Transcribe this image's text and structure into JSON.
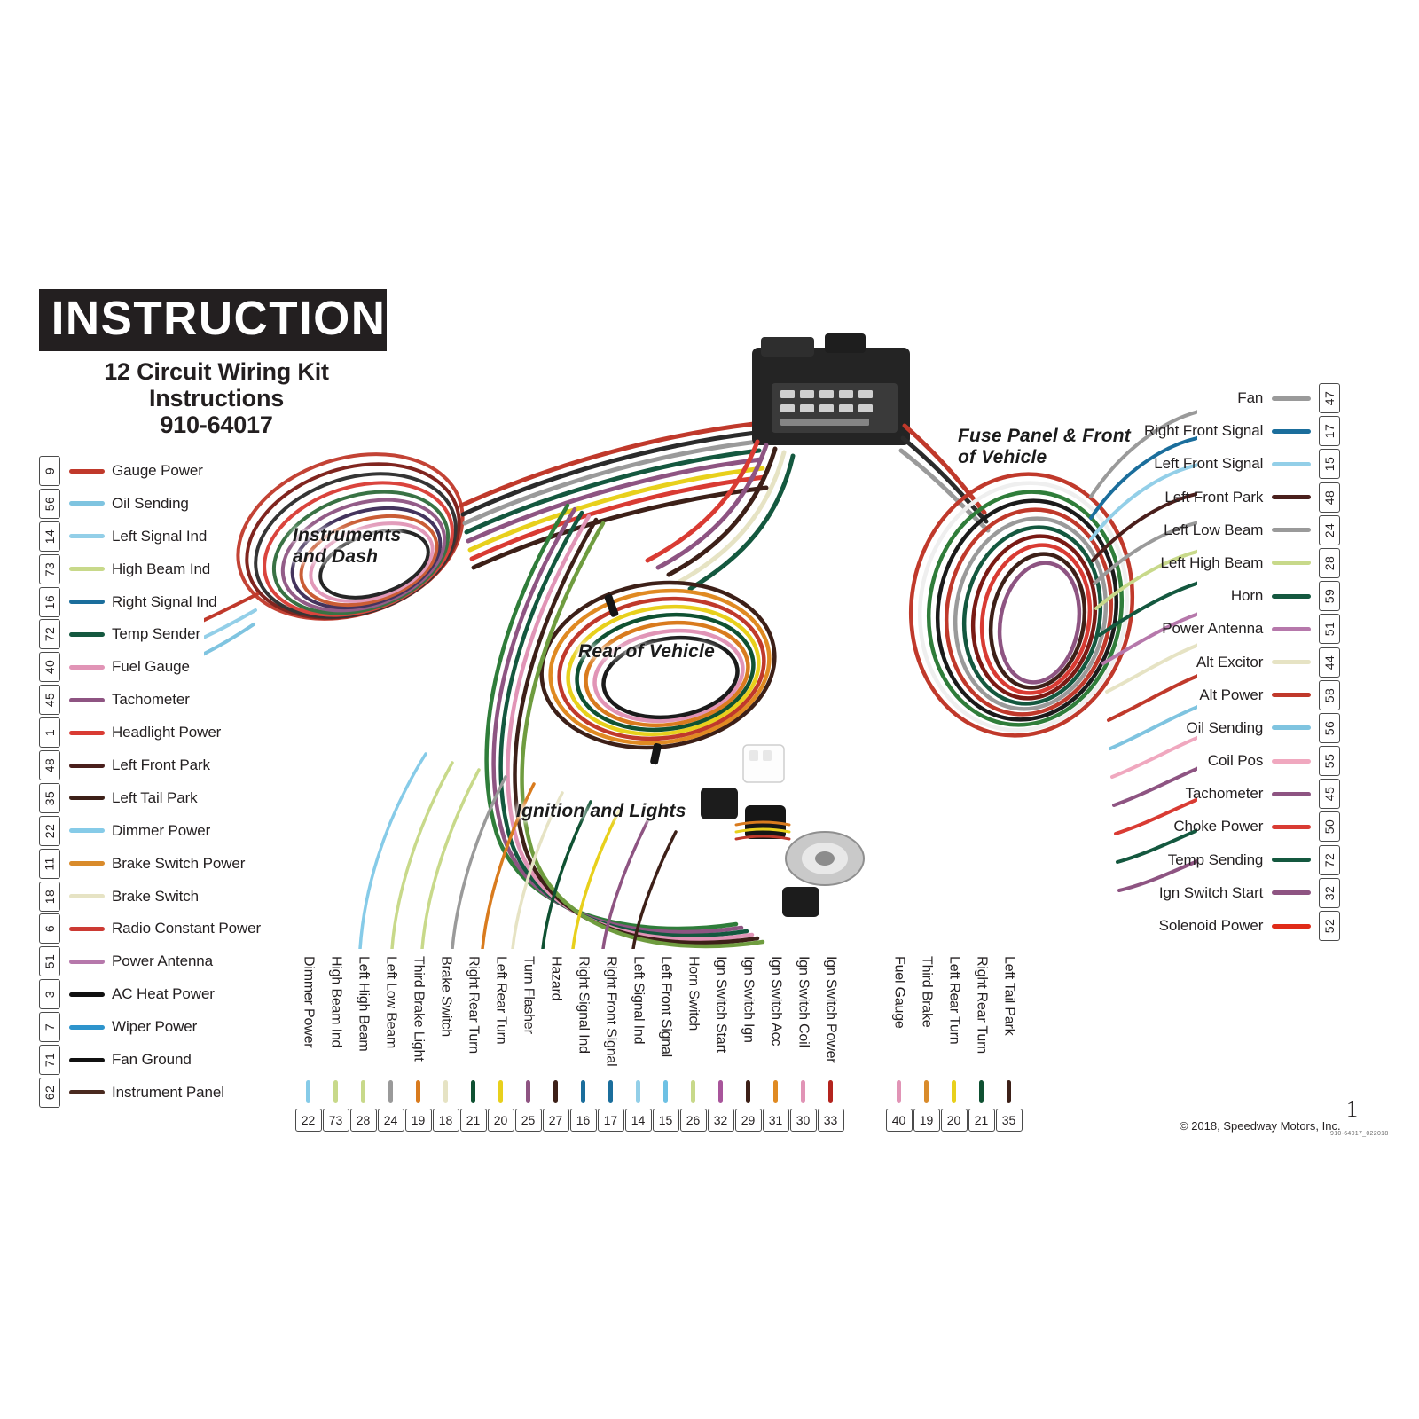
{
  "title": {
    "banner": "INSTRUCTIONS",
    "line1": "12 Circuit Wiring Kit",
    "line2": "Instructions",
    "line3": "910-64017"
  },
  "captions": {
    "instruments": "Instruments\nand Dash",
    "rear": "Rear of Vehicle",
    "ignition": "Ignition and Lights",
    "fuse_panel": "Fuse Panel & Front\nof Vehicle"
  },
  "footer": {
    "copyright": "© 2018, Speedway Motors, Inc.",
    "page": "1",
    "part_code": "910-64017_022018"
  },
  "legend_left": [
    {
      "num": "9",
      "label": "Gauge Power",
      "color": "#c0392b"
    },
    {
      "num": "56",
      "label": "Oil Sending",
      "color": "#7fc4e0"
    },
    {
      "num": "14",
      "label": "Left Signal Ind",
      "color": "#93cfe8"
    },
    {
      "num": "73",
      "label": "High Beam Ind",
      "color": "#c8d98a"
    },
    {
      "num": "16",
      "label": "Right Signal Ind",
      "color": "#1b6e9c"
    },
    {
      "num": "72",
      "label": "Temp Sender",
      "color": "#14583f"
    },
    {
      "num": "40",
      "label": "Fuel Gauge",
      "color": "#e194b6"
    },
    {
      "num": "45",
      "label": "Tachometer",
      "color": "#8e5482"
    },
    {
      "num": "1",
      "label": "Headlight Power",
      "color": "#d93b33"
    },
    {
      "num": "48",
      "label": "Left Front Park",
      "color": "#4a1f1c"
    },
    {
      "num": "35",
      "label": "Left Tail Park",
      "color": "#3d2018"
    },
    {
      "num": "22",
      "label": "Dimmer Power",
      "color": "#86cbe8"
    },
    {
      "num": "11",
      "label": "Brake Switch Power",
      "color": "#d98b2b"
    },
    {
      "num": "18",
      "label": "Brake Switch",
      "color": "#e6e3c4"
    },
    {
      "num": "6",
      "label": "Radio Constant Power",
      "color": "#cc3a33"
    },
    {
      "num": "51",
      "label": "Power Antenna",
      "color": "#b678ab"
    },
    {
      "num": "3",
      "label": "AC Heat Power",
      "color": "#101010"
    },
    {
      "num": "7",
      "label": "Wiper Power",
      "color": "#2e94cc"
    },
    {
      "num": "71",
      "label": "Fan Ground",
      "color": "#111111"
    },
    {
      "num": "62",
      "label": "Instrument Panel",
      "color": "#4a2a20"
    }
  ],
  "legend_right": [
    {
      "num": "47",
      "label": "Fan",
      "color": "#9a9a9a"
    },
    {
      "num": "17",
      "label": "Right Front Signal",
      "color": "#1b6e9c"
    },
    {
      "num": "15",
      "label": "Left Front Signal",
      "color": "#93cfe8"
    },
    {
      "num": "48",
      "label": "Left Front Park",
      "color": "#4a1f1c"
    },
    {
      "num": "24",
      "label": "Left Low Beam",
      "color": "#9a9a9a"
    },
    {
      "num": "28",
      "label": "Left High Beam",
      "color": "#c8d98a"
    },
    {
      "num": "59",
      "label": "Horn",
      "color": "#14583f"
    },
    {
      "num": "51",
      "label": "Power Antenna",
      "color": "#b678ab"
    },
    {
      "num": "44",
      "label": "Alt Excitor",
      "color": "#e6e3c4"
    },
    {
      "num": "58",
      "label": "Alt Power",
      "color": "#c0392b"
    },
    {
      "num": "56",
      "label": "Oil Sending",
      "color": "#7fc4e0"
    },
    {
      "num": "55",
      "label": "Coil Pos",
      "color": "#f0a8bf"
    },
    {
      "num": "45",
      "label": "Tachometer",
      "color": "#8e5482"
    },
    {
      "num": "50",
      "label": "Choke Power",
      "color": "#d93b33"
    },
    {
      "num": "72",
      "label": "Temp Sending",
      "color": "#14583f"
    },
    {
      "num": "32",
      "label": "Ign Switch Start",
      "color": "#8e5482"
    },
    {
      "num": "52",
      "label": "Solenoid  Power",
      "color": "#e02b18"
    }
  ],
  "legend_bottom": [
    {
      "num": "22",
      "label": "Dimmer Power",
      "color": "#86cbe8",
      "group": 1
    },
    {
      "num": "73",
      "label": "High Beam Ind",
      "color": "#c8d98a",
      "group": 1
    },
    {
      "num": "28",
      "label": "Left High Beam",
      "color": "#c8d98a",
      "group": 1
    },
    {
      "num": "24",
      "label": "Left Low Beam",
      "color": "#9a9a9a",
      "group": 1
    },
    {
      "num": "19",
      "label": "Third Brake Light",
      "color": "#d97b1e",
      "group": 1
    },
    {
      "num": "18",
      "label": "Brake Switch",
      "color": "#e6e3c4",
      "group": 1
    },
    {
      "num": "21",
      "label": "Right Rear Turn",
      "color": "#0f5132",
      "group": 1
    },
    {
      "num": "20",
      "label": "Left Rear Turn",
      "color": "#e8d01c",
      "group": 1
    },
    {
      "num": "25",
      "label": "Turn Flasher",
      "color": "#8e5482",
      "group": 1
    },
    {
      "num": "27",
      "label": "Hazard",
      "color": "#3d2018",
      "group": 1
    },
    {
      "num": "16",
      "label": "Right Signal Ind",
      "color": "#1b6e9c",
      "group": 1
    },
    {
      "num": "17",
      "label": "Right Front Signal",
      "color": "#1b6e9c",
      "group": 1
    },
    {
      "num": "14",
      "label": "Left Signal Ind",
      "color": "#93cfe8",
      "group": 1
    },
    {
      "num": "15",
      "label": "Left Front Signal",
      "color": "#6ec1e4",
      "group": 1
    },
    {
      "num": "26",
      "label": "Horn Switch",
      "color": "#c8d98a",
      "group": 1
    },
    {
      "num": "32",
      "label": "Ign Switch Start",
      "color": "#a8559b",
      "group": 1
    },
    {
      "num": "29",
      "label": "Ign Switch Ign",
      "color": "#3d2018",
      "group": 1
    },
    {
      "num": "31",
      "label": "Ign Switch Acc",
      "color": "#e08a22",
      "group": 1
    },
    {
      "num": "30",
      "label": "Ign Switch Coil",
      "color": "#e194b6",
      "group": 1
    },
    {
      "num": "33",
      "label": "Ign Switch Power",
      "color": "#b4241e",
      "group": 1
    },
    {
      "num": "40",
      "label": "Fuel Gauge",
      "color": "#e194b6",
      "group": 2
    },
    {
      "num": "19",
      "label": "Third Brake",
      "color": "#d98b2b",
      "group": 2
    },
    {
      "num": "20",
      "label": "Left Rear Turn",
      "color": "#e8d01c",
      "group": 2
    },
    {
      "num": "21",
      "label": "Right Rear Turn",
      "color": "#0f5132",
      "group": 2
    },
    {
      "num": "35",
      "label": "Left Tail Park",
      "color": "#3d2018",
      "group": 2
    }
  ]
}
